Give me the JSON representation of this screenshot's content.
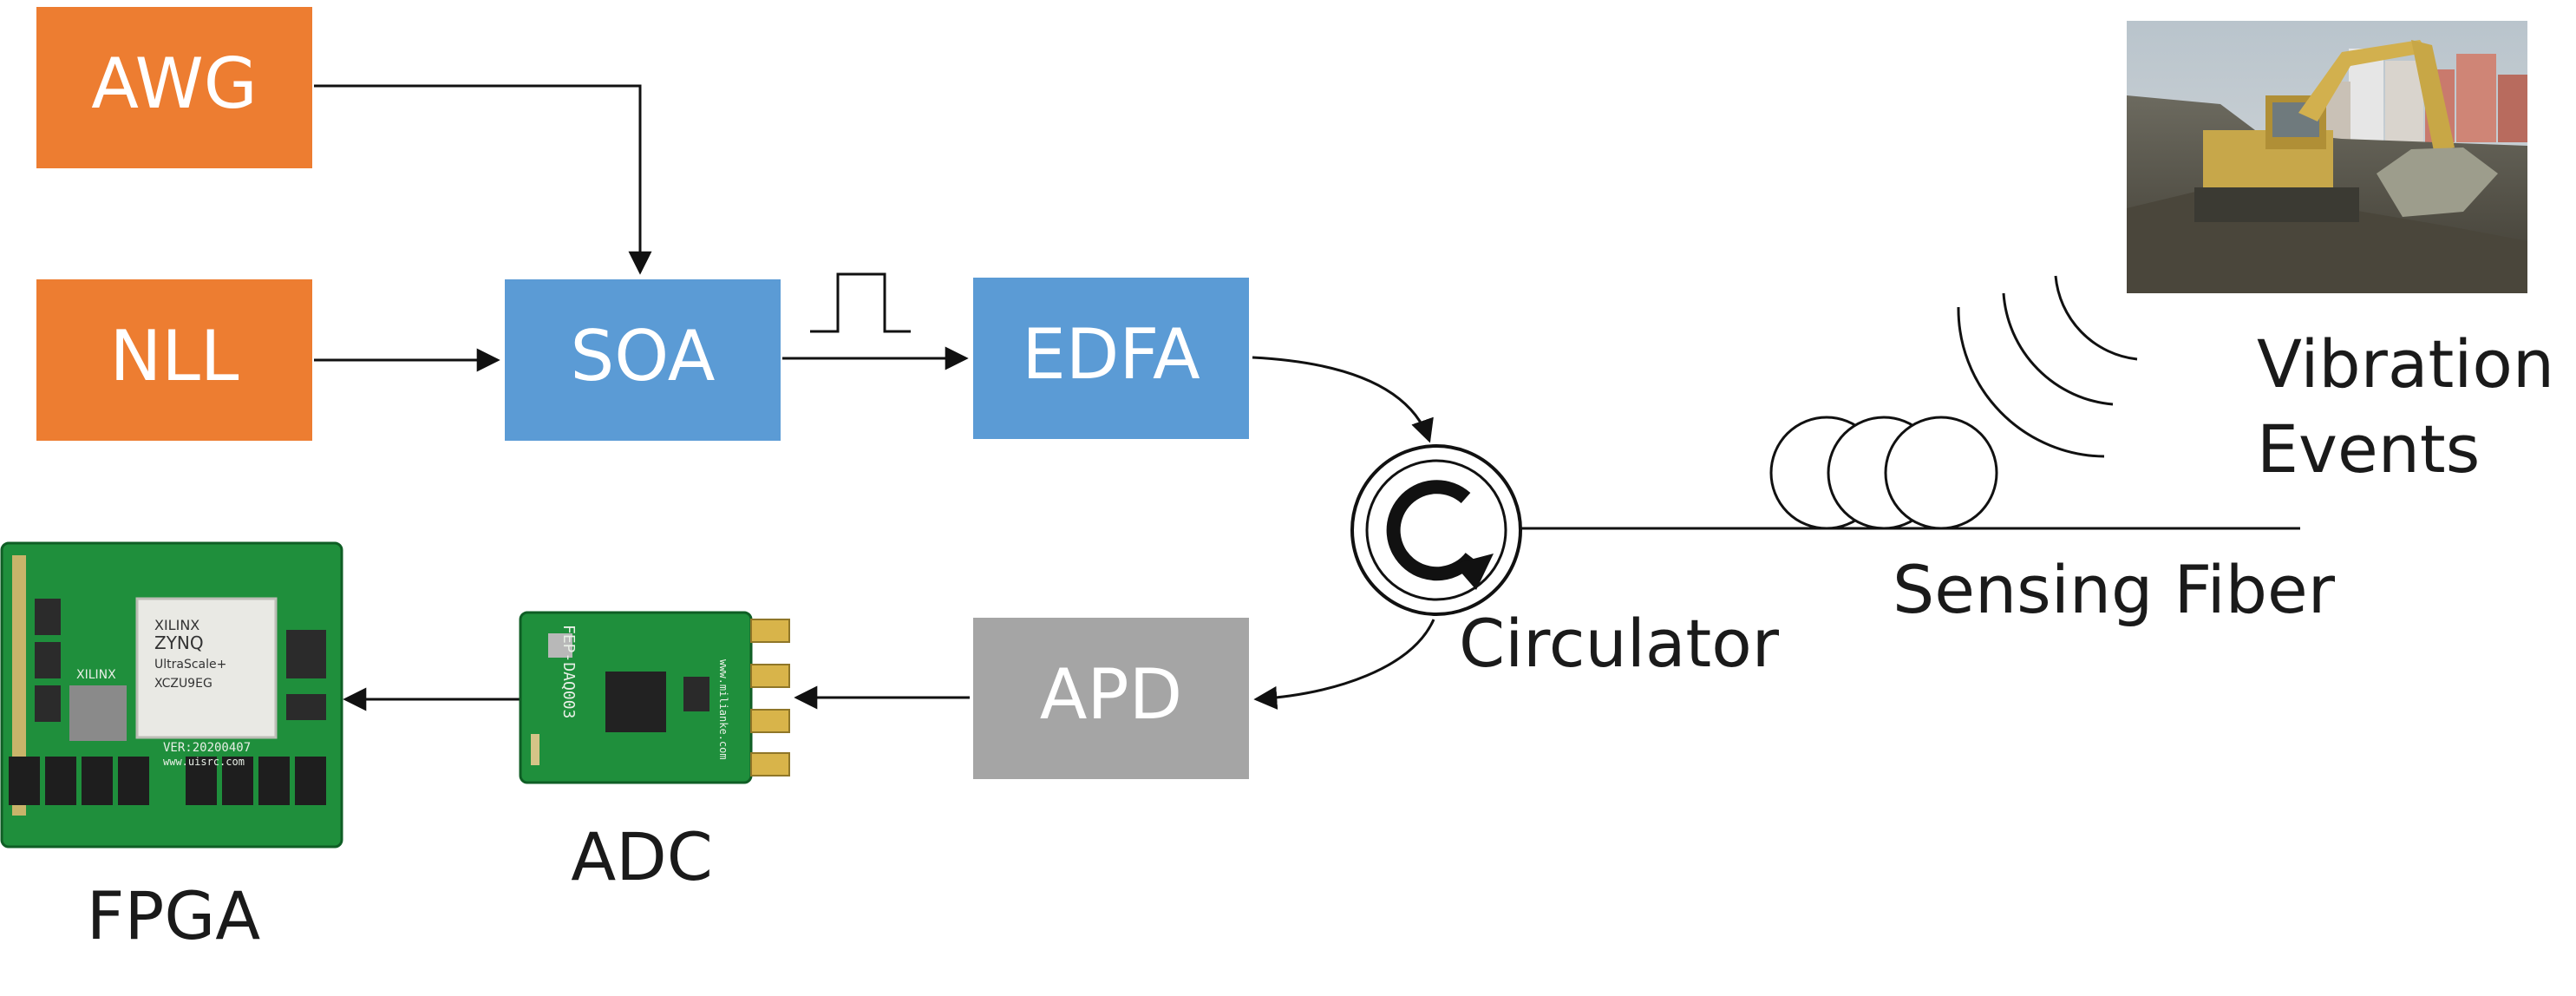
{
  "colors": {
    "source_box": "#ED7D31",
    "optical_box": "#5B9BD5",
    "detector_box": "#A5A5A5",
    "pcb_green": "#1f8f3c",
    "wire": "#111111"
  },
  "blocks": {
    "awg": "AWG",
    "nll": "NLL",
    "soa": "SOA",
    "edfa": "EDFA",
    "apd": "APD"
  },
  "labels": {
    "circulator": "Circulator",
    "sensing_fiber": "Sensing Fiber",
    "vibration_line1": "Vibration",
    "vibration_line2": "Events",
    "adc": "ADC",
    "fpga": "FPGA"
  },
  "fpga_board": {
    "chip_line1": "XILINX",
    "chip_line2": "ZYNQ",
    "chip_line3": "UltraScale+",
    "chip_line4": "XCZU9EG",
    "silk_brand": "XILINX",
    "version": "VER:20200407",
    "url": "www.uisrc.com"
  },
  "adc_board": {
    "part": "FEP-DAQ003",
    "url": "www.milianke.com"
  },
  "icons": {
    "circulator": "circulator-icon",
    "fiber_coil": "fiber-coil-icon",
    "vibration_waves": "vibration-waves-icon",
    "pulse": "pulse-icon",
    "excavator_photo": "excavator-photo"
  }
}
